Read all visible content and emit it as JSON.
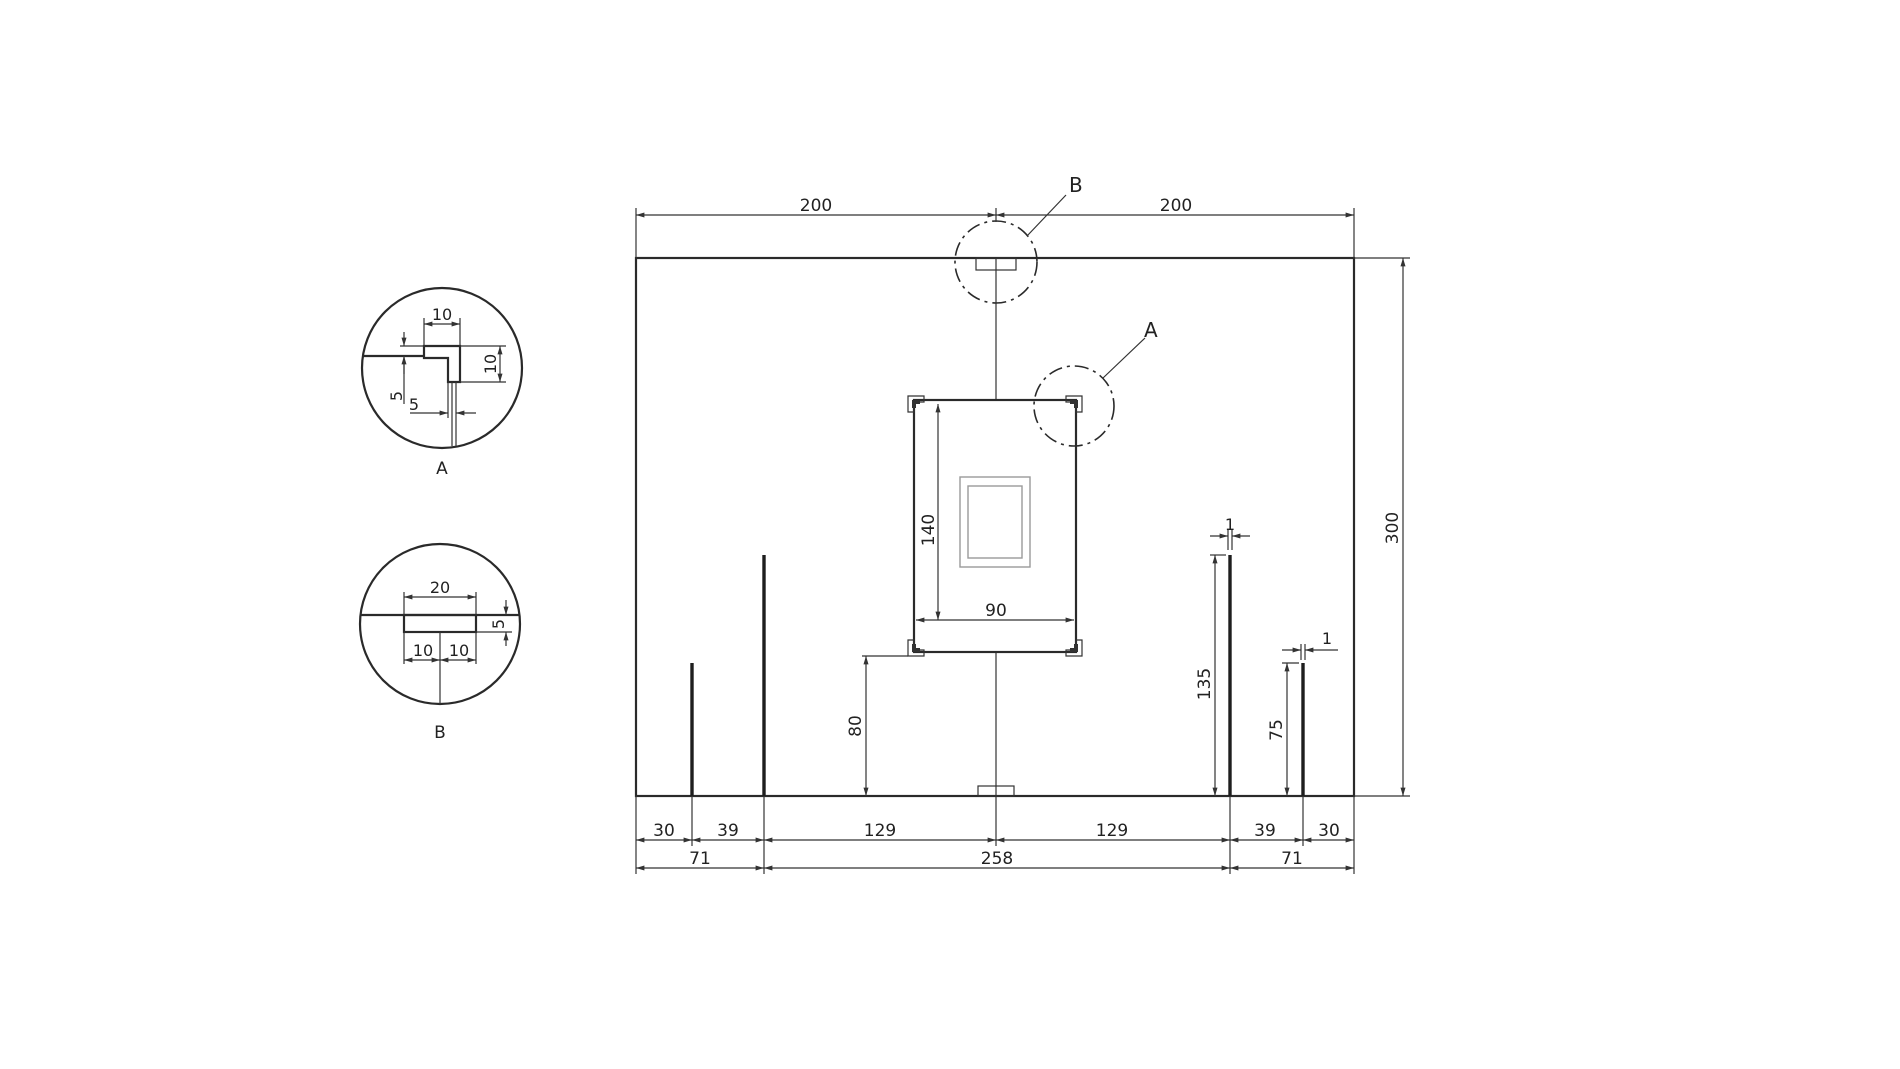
{
  "main_view": {
    "top_dims": [
      "200",
      "200"
    ],
    "right_dim": "300",
    "bottom_dims_row1": [
      "30",
      "39",
      "129",
      "129",
      "39",
      "30"
    ],
    "bottom_dims_row2": [
      "71",
      "258",
      "71"
    ],
    "panel_height": "140",
    "panel_width": "90",
    "panel_elevation": "80",
    "right_post_height": "135",
    "right_post_width": "1",
    "right_short_post_height": "75",
    "right_short_post_width": "1",
    "callout_a": "A",
    "callout_b": "B"
  },
  "detail_a": {
    "caption": "A",
    "dim_top": "10",
    "dim_right": "10",
    "dim_left": "5",
    "dim_bottom": "5"
  },
  "detail_b": {
    "caption": "B",
    "dim_top": "20",
    "dim_right": "5",
    "dim_bottom": [
      "10",
      "10"
    ]
  }
}
